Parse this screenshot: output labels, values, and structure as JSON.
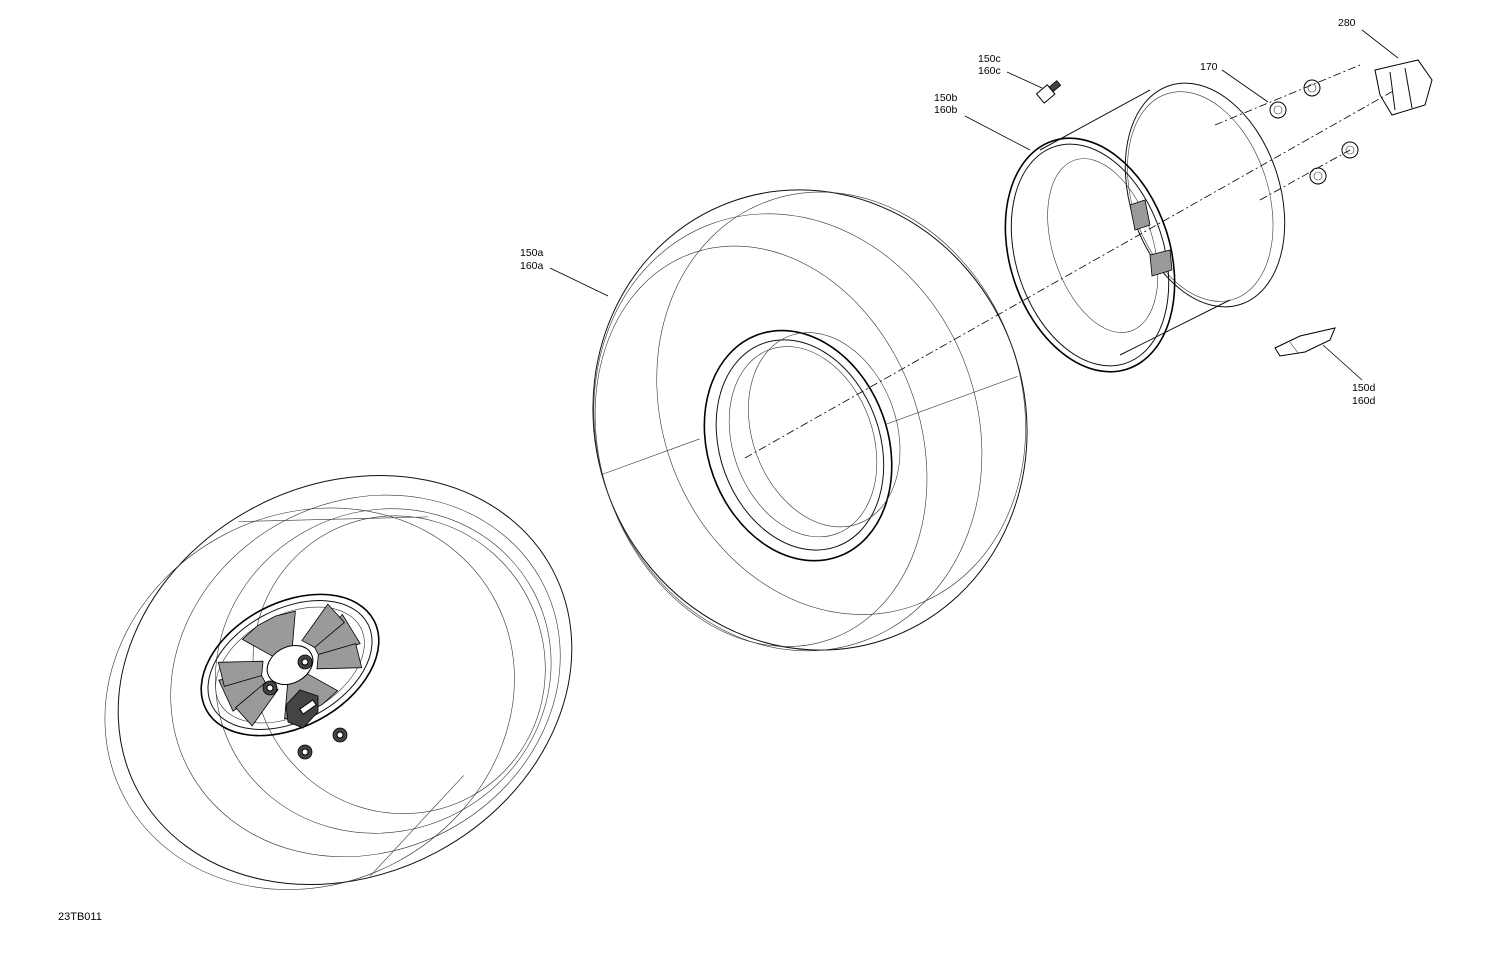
{
  "callouts": {
    "c280": "280",
    "c170": "170",
    "c150c": "150c",
    "c160c": "160c",
    "c150b": "150b",
    "c160b": "160b",
    "c150a": "150a",
    "c160a": "160a",
    "c150d": "150d",
    "c160d": "160d"
  },
  "figure_code": "23TB011"
}
